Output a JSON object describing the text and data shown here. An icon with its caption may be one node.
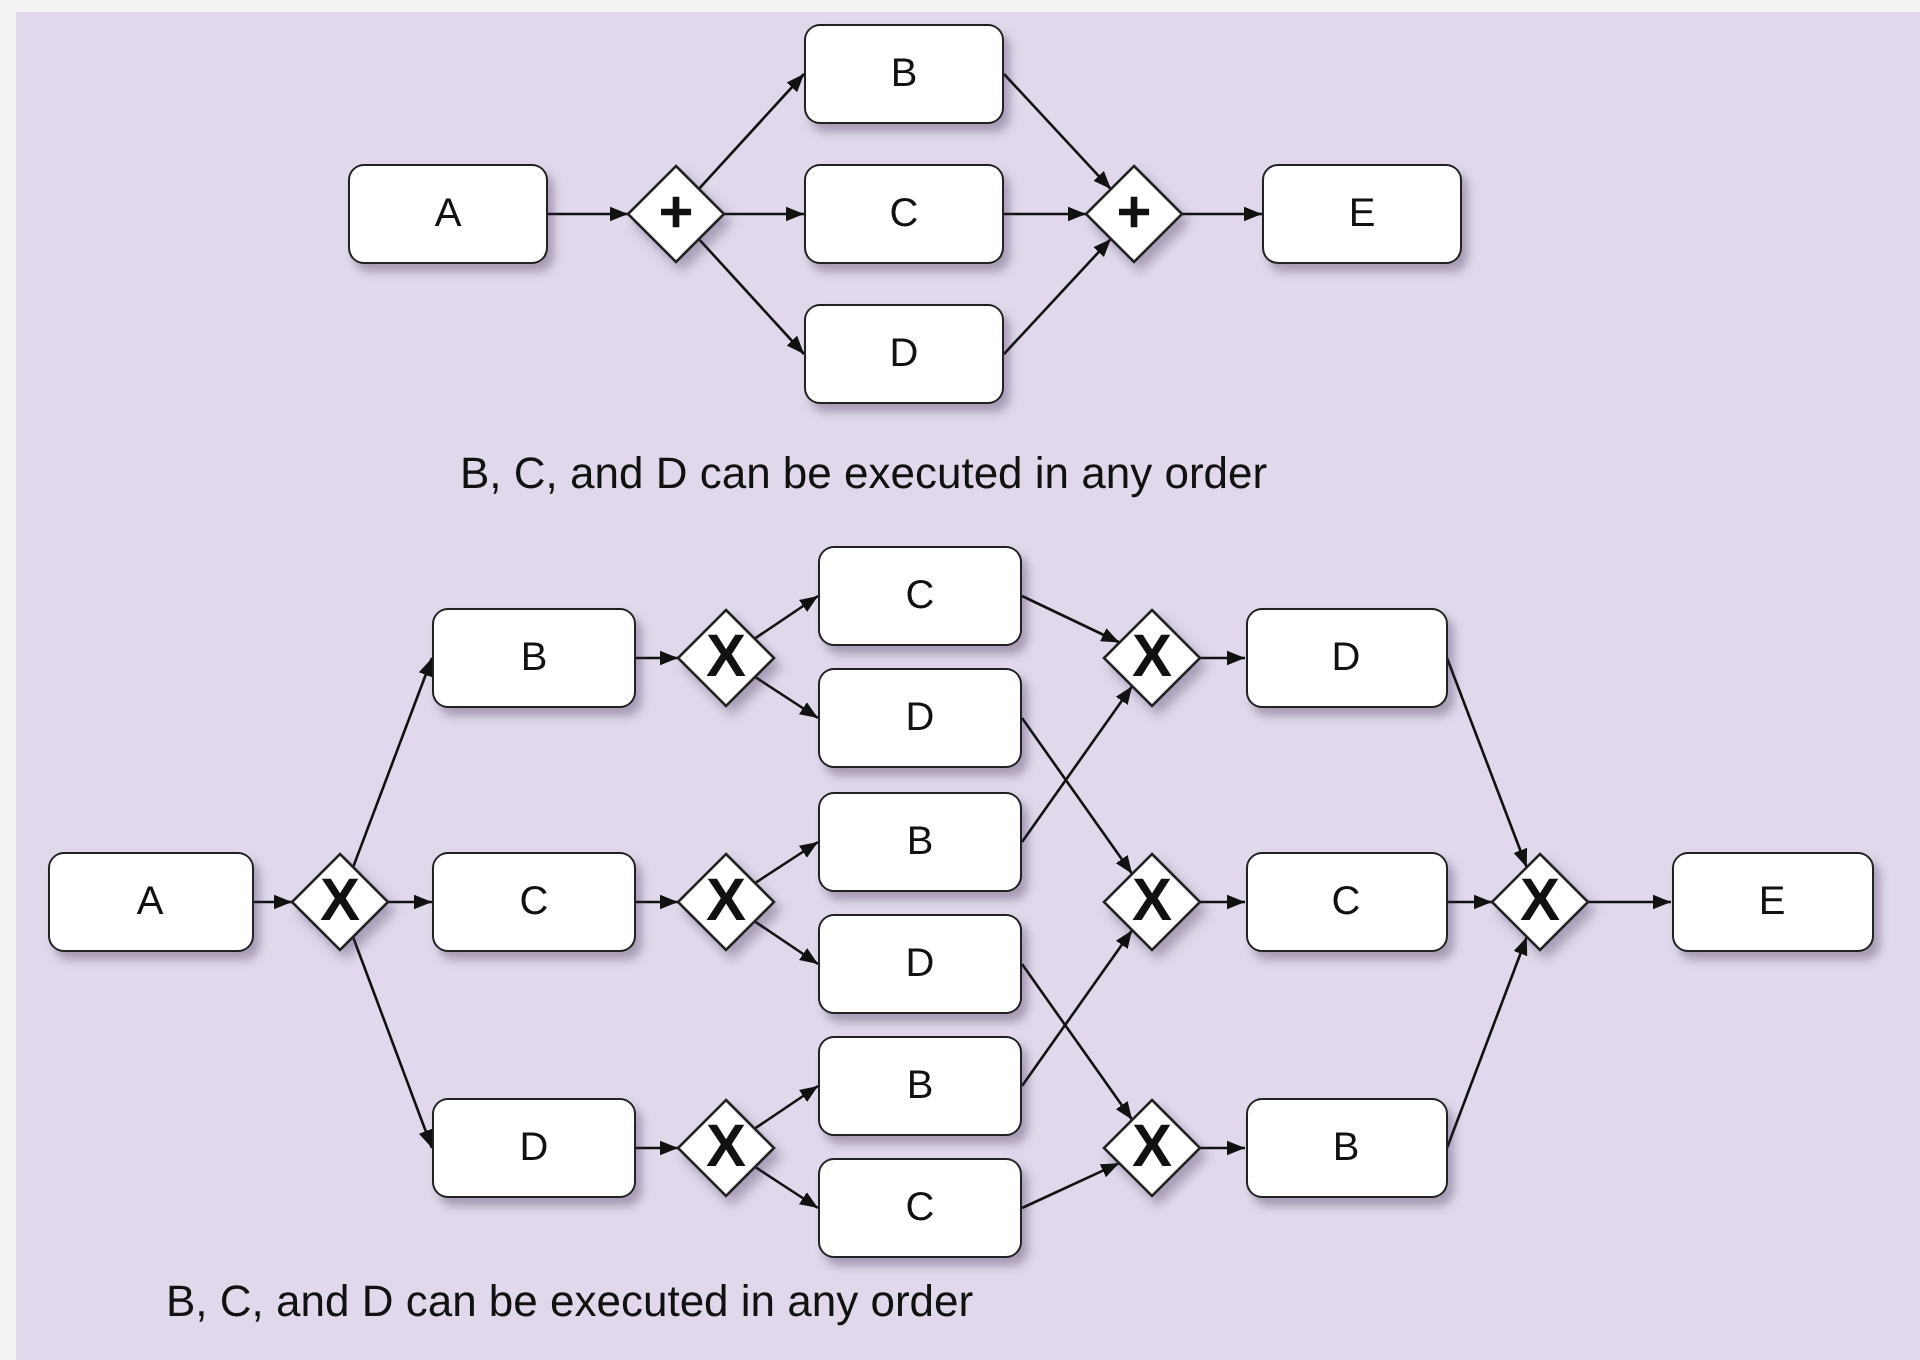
{
  "diagram": {
    "nodes": [
      {
        "text": [
          "A"
        ]
      },
      {
        "text": [
          "+"
        ]
      },
      {
        "text": [
          "B"
        ]
      },
      {
        "text": [
          "C"
        ]
      },
      {
        "text": [
          "D"
        ]
      },
      {
        "text": [
          "+"
        ]
      },
      {
        "text": [
          "E"
        ]
      },
      {
        "text": [
          "A"
        ]
      },
      {
        "text": [
          "X"
        ]
      },
      {
        "text": [
          "B"
        ]
      },
      {
        "text": [
          "C"
        ]
      },
      {
        "text": [
          "D"
        ]
      },
      {
        "text": [
          "X"
        ]
      },
      {
        "text": [
          "X"
        ]
      },
      {
        "text": [
          "X"
        ]
      },
      {
        "text": [
          "C"
        ]
      },
      {
        "text": [
          "D"
        ]
      },
      {
        "text": [
          "B"
        ]
      },
      {
        "text": [
          "D"
        ]
      },
      {
        "text": [
          "B"
        ]
      },
      {
        "text": [
          "C"
        ]
      },
      {
        "text": [
          "X"
        ]
      },
      {
        "text": [
          "X"
        ]
      },
      {
        "text": [
          "X"
        ]
      },
      {
        "text": [
          "D"
        ]
      },
      {
        "text": [
          "C"
        ]
      },
      {
        "text": [
          "B"
        ]
      },
      {
        "text": [
          "X"
        ]
      },
      {
        "text": [
          "E"
        ]
      }
    ],
    "edges": [
      {
        "from": 0,
        "to": 1,
        "arrow": "to"
      },
      {
        "from": 1,
        "to": 2,
        "arrow": "to"
      },
      {
        "from": 1,
        "to": 3,
        "arrow": "to"
      },
      {
        "from": 1,
        "to": 4,
        "arrow": "to"
      },
      {
        "from": 2,
        "to": 5,
        "arrow": "to"
      },
      {
        "from": 3,
        "to": 5,
        "arrow": "to"
      },
      {
        "from": 4,
        "to": 5,
        "arrow": "to"
      },
      {
        "from": 5,
        "to": 6,
        "arrow": "to"
      },
      {
        "from": 7,
        "to": 8,
        "arrow": "to"
      },
      {
        "from": 8,
        "to": 9,
        "arrow": "to"
      },
      {
        "from": 8,
        "to": 10,
        "arrow": "to"
      },
      {
        "from": 8,
        "to": 11,
        "arrow": "to"
      },
      {
        "from": 9,
        "to": 12,
        "arrow": "to"
      },
      {
        "from": 10,
        "to": 13,
        "arrow": "to"
      },
      {
        "from": 11,
        "to": 14,
        "arrow": "to"
      },
      {
        "from": 12,
        "to": 15,
        "arrow": "to"
      },
      {
        "from": 12,
        "to": 16,
        "arrow": "to"
      },
      {
        "from": 13,
        "to": 17,
        "arrow": "to"
      },
      {
        "from": 13,
        "to": 18,
        "arrow": "to"
      },
      {
        "from": 14,
        "to": 19,
        "arrow": "to"
      },
      {
        "from": 14,
        "to": 20,
        "arrow": "to"
      },
      {
        "from": 15,
        "to": 21,
        "arrow": "to"
      },
      {
        "from": 16,
        "to": 22,
        "arrow": "to"
      },
      {
        "from": 17,
        "to": 21,
        "arrow": "to"
      },
      {
        "from": 18,
        "to": 23,
        "arrow": "to"
      },
      {
        "from": 19,
        "to": 22,
        "arrow": "to"
      },
      {
        "from": 20,
        "to": 23,
        "arrow": "to"
      },
      {
        "from": 21,
        "to": 24,
        "arrow": "to"
      },
      {
        "from": 22,
        "to": 25,
        "arrow": "to"
      },
      {
        "from": 23,
        "to": 26,
        "arrow": "to"
      },
      {
        "from": 24,
        "to": 27,
        "arrow": "to"
      },
      {
        "from": 25,
        "to": 27,
        "arrow": "to"
      },
      {
        "from": 26,
        "to": 27,
        "arrow": "to"
      },
      {
        "from": 27,
        "to": 28,
        "arrow": "to"
      }
    ],
    "labels": [
      "B, C, and D can be executed in any order",
      "B, C, and D can be executed in any order"
    ]
  }
}
